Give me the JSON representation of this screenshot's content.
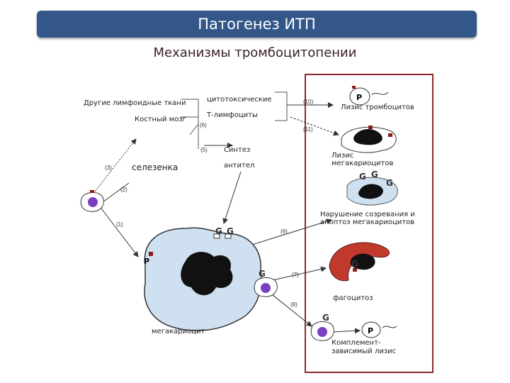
{
  "title": "Патогенез ИТП",
  "subtitle": "Механизмы тромбоцитопении",
  "labels": {
    "other_lymphoid": "Другие лимфоидные ткани",
    "bone_marrow": "Костный мозг",
    "cytotoxic_1": "цитотоксические",
    "cytotoxic_2": "Т-лимфоциты",
    "spleen": "селезенка",
    "synthesis": "Синтез",
    "antibodies": "антител",
    "megakaryocyte": "мегакариоцит",
    "platelet_lysis": "Лизис тромбоцитов",
    "mk_lysis_1": "Лизис",
    "mk_lysis_2": "мегакариоцитов",
    "maturation_1": "Нарушение созревания и",
    "maturation_2": "апоптоз мегакариоцитов",
    "phagocytosis": "фагоцитоз",
    "complement_1": "Комплемент-",
    "complement_2": "зависимый лизис"
  },
  "step_numbers": [
    "(1)",
    "(2)",
    "(3)",
    "(5)",
    "(6)",
    "(7)",
    "(8)",
    "(9)",
    "(10)",
    "(11)"
  ],
  "glyphs": {
    "p": "P",
    "g": "G"
  },
  "colors": {
    "title_bar": "#34578a",
    "panel_border": "#8a2a2a",
    "cell_fill": "#cfe0f0",
    "nucleus": "#111111",
    "lymphocyte": "#7a3fc0",
    "receptor": "#8b1a1a",
    "phagocyte_red": "#c0392b"
  }
}
